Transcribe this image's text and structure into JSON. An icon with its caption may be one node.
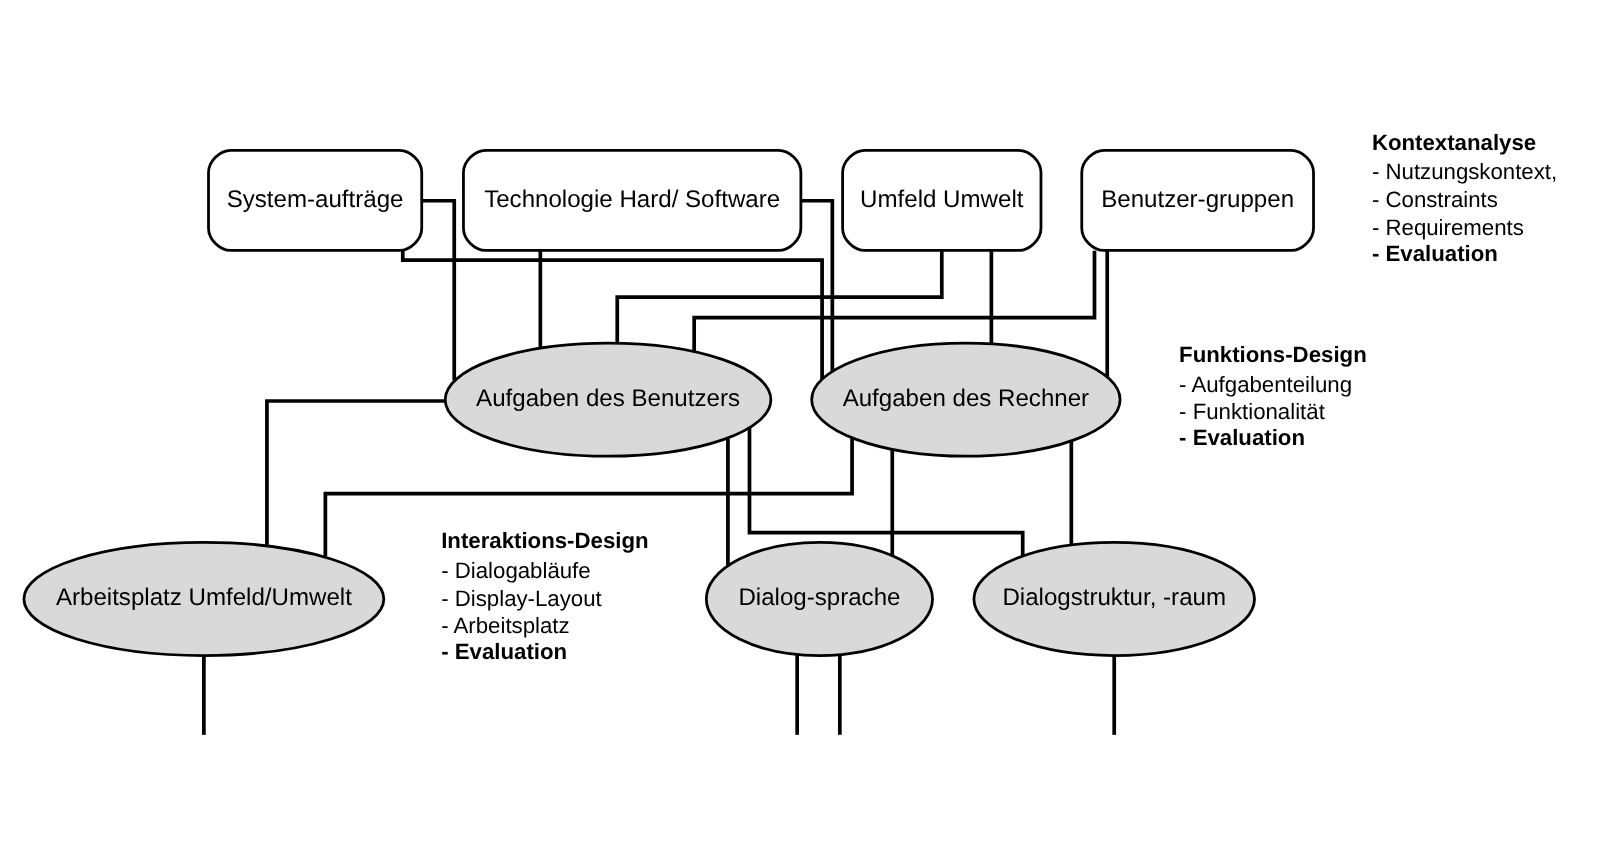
{
  "diagram": {
    "nodes": [
      {
        "text": [
          "Benutzer-gruppen"
        ]
      },
      {
        "text": [
          "System-aufträge"
        ]
      },
      {
        "text": [
          "Technologie Hard/ Software"
        ]
      },
      {
        "text": [
          "Umfeld Umwelt"
        ]
      },
      {
        "text": [
          "Aufgaben des Benutzers"
        ]
      },
      {
        "text": [
          "Aufgaben des Rechner"
        ]
      },
      {
        "text": [
          "Dialogstruktur, -raum"
        ]
      },
      {
        "text": [
          "Dialog-sprache"
        ]
      },
      {
        "text": [
          "Arbeitsplatz Umfeld/Umwelt"
        ]
      }
    ],
    "edges": [
      {
        "from": 0,
        "to": 4,
        "arrow": "none"
      },
      {
        "from": 1,
        "to": 4,
        "arrow": "none"
      },
      {
        "from": 2,
        "to": 4,
        "arrow": "none"
      },
      {
        "from": 3,
        "to": 4,
        "arrow": "none"
      },
      {
        "from": 0,
        "to": 5,
        "arrow": "none"
      },
      {
        "from": 1,
        "to": 5,
        "arrow": "none"
      },
      {
        "from": 2,
        "to": 5,
        "arrow": "none"
      },
      {
        "from": 3,
        "to": 5,
        "arrow": "none"
      },
      {
        "from": 4,
        "to": 6,
        "arrow": "none"
      },
      {
        "from": 4,
        "to": 7,
        "arrow": "none"
      },
      {
        "from": 4,
        "to": 8,
        "arrow": "none"
      },
      {
        "from": 5,
        "to": 6,
        "arrow": "none"
      },
      {
        "from": 5,
        "to": 7,
        "arrow": "none"
      },
      {
        "from": 5,
        "to": 8,
        "arrow": "none"
      },
      {
        "from": 6,
        "to": null,
        "arrow": "none"
      },
      {
        "from": 7,
        "to": null,
        "arrow": "none"
      },
      {
        "from": 7,
        "to": null,
        "arrow": "none"
      },
      {
        "from": 8,
        "to": null,
        "arrow": "none"
      }
    ],
    "labels": [
      "Kontextanalyse",
      "- Nutzungskontext,",
      "- Constraints",
      "- Requirements",
      "- Evaluation",
      "Funktions-Design",
      "- Aufgabenteilung",
      "- Funktionalität",
      "- Evaluation",
      "Interaktions-Design",
      "- Dialogabläufe",
      "- Display-Layout",
      "- Arbeitsplatz",
      "- Evaluation"
    ]
  }
}
